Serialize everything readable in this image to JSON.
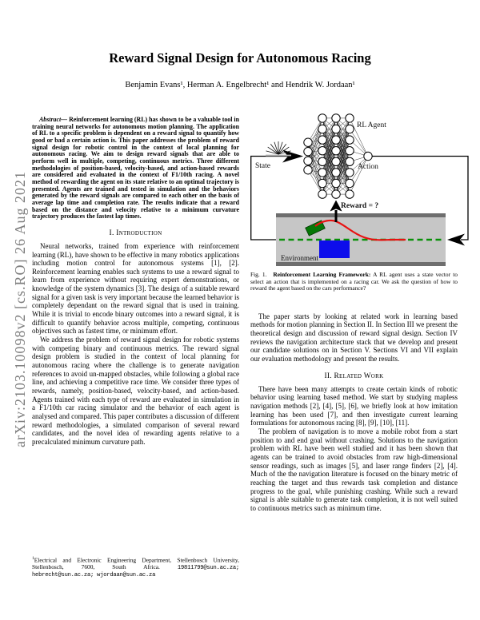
{
  "watermark": "arXiv:2103.10098v2 [cs.RO] 26 Aug 2021",
  "header": {
    "title": "Reward Signal Design for Autonomous Racing",
    "authors": "Benjamin Evans¹, Herman A. Engelbrecht¹ and Hendrik W. Jordaan¹"
  },
  "left_column": {
    "abstract_label": "Abstract—",
    "abstract_text": "Reinforcement learning (RL) has shown to be a valuable tool in training neural networks for autonomous motion planning. The application of RL to a specific problem is dependent on a reward signal to quantify how good or bad a certain action is. This paper addresses the problem of reward signal design for robotic control in the context of local planning for autonomous racing. We aim to design reward signals that are able to perform well in multiple, competing, continuous metrics. Three different methodologies of position-based, velocity-based, and action-based rewards are considered and evaluated in the context of F1/10th racing. A novel method of rewarding the agent on its state relative to an optimal trajectory is presented. Agents are trained and tested in simulation and the behaviors generated by the reward signals are compared to each other on the basis of average lap time and completion rate. The results indicate that a reward based on the distance and velocity relative to a minimum curvature trajectory produces the fastest lap times.",
    "section1_heading": "I. Introduction",
    "intro_p1": "Neural networks, trained from experience with reinforcement learning (RL), have shown to be effective in many robotics applications including motion control for autonomous systems [1], [2]. Reinforcement learning enables such systems to use a reward signal to learn from experience without requiring expert demonstrations, or knowledge of the system dynamics [3]. The design of a suitable reward signal for a given task is very important because the learned behavior is completely dependant on the reward signal that is used in training. While it is trivial to encode binary outcomes into a reward signal, it is difficult to quantify behavior across multiple, competing, continuous objectives such as fastest time, or minimum effort.",
    "intro_p2": "We address the problem of reward signal design for robotic systems with competing binary and continuous metrics. The reward signal design problem is studied in the context of local planning for autonomous racing where the challenge is to generate navigation references to avoid un-mapped obstacles, while following a global race line, and achieving a competitive race time. We consider three types of rewards, namely, position-based, velocity-based, and action-based. Agents trained with each type of reward are evaluated in simulation in a F1/10th car racing simulator and the behavior of each agent is analysed and compared. This paper contributes a discussion of different reward methodologies, a simulated comparison of several reward candidates, and the novel idea of rewarding agents relative to a precalculated minimum curvature path.",
    "footnote": {
      "marker": "1",
      "affiliation": "Electrical and Electronic Engineering Department, Stellenbosch University, Stellenbosch, 7600, South Africa.",
      "emails": "19811799@sun.ac.za; hebrecht@sun.ac.za; wjordaan@sun.ac.za"
    }
  },
  "right_column": {
    "figure": {
      "labels": {
        "rl_agent": "RL Agent",
        "state": "State",
        "action": "Action",
        "reward": "Reward = ?",
        "environment": "Environment"
      },
      "network_layers": [
        4,
        8,
        8,
        8,
        1
      ],
      "colors": {
        "env_fill": "#c6c6c6",
        "env_bar": "#6e6e6e",
        "obstacle": "#0d0deb",
        "car": "#067806",
        "trajectory": "#e81212",
        "raceline": "#089008"
      }
    },
    "caption_tag": "Fig. 1.",
    "caption_bold": "Reinforcement Learning Framework:",
    "caption_text": "A RL agent uses a state vector to select an action that is implemented on a racing car. We ask the question of how to reward the agent based on the cars performance?",
    "body_p1": "The paper starts by looking at related work in learning based methods for motion planning in Section II. In Section III we present the theoretical design and discussion of reward signal design. Section IV reviews the navigation architecture stack that we develop and present our candidate solutions on in Section V. Sections VI and VII explain our evaluation methodology and present the results.",
    "section2_heading": "II. Related Work",
    "related_p1": "There have been many attempts to create certain kinds of robotic behavior using learning based method. We start by studying mapless navigation methods [2], [4], [5], [6], we briefly look at how imitation learning has been used [7], and then investigate current learning formulations for autonomous racing [8], [9], [10], [11].",
    "related_p2": "The problem of navigation is to move a mobile robot from a start position to and end goal without crashing. Solutions to the navigation problem with RL have been well studied and it has been shown that agents can be trained to avoid obstacles from raw high-dimensional sensor readings, such as images [5], and laser range finders [2], [4]. Much of the the navigation literature is focused on the binary metric of reaching the target and thus rewards task completion and distance progress to the goal, while punishing crashing. While such a reward signal is able suitable to generate task completion, it is not well suited to continuous metrics such as minimum time."
  }
}
